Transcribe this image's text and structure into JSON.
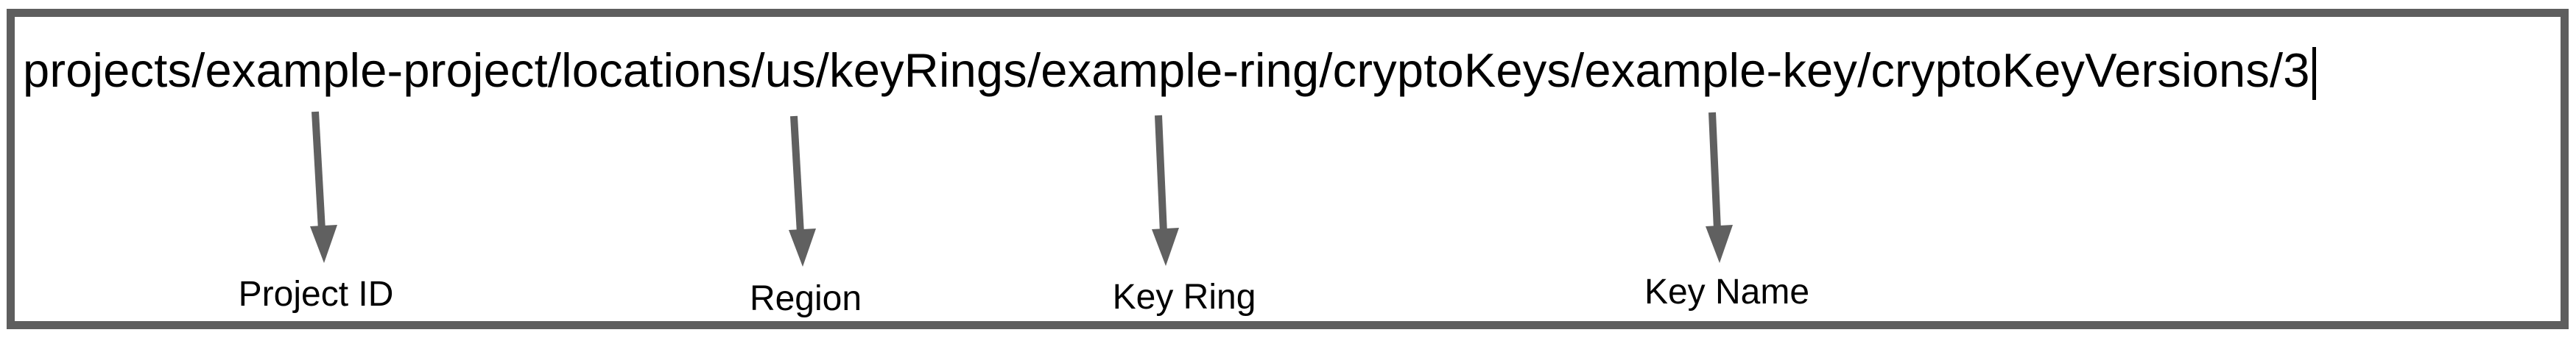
{
  "figure": {
    "resource_path": "projects/example-project/locations/us/keyRings/example-ring/cryptoKeys/example-key/cryptoKeyVersions/3",
    "caret_visible": true,
    "annotations": [
      {
        "label": "Project ID",
        "segment": "example-project"
      },
      {
        "label": "Region",
        "segment": "us"
      },
      {
        "label": "Key Ring",
        "segment": "example-ring"
      },
      {
        "label": "Key Name",
        "segment": "example-key"
      }
    ],
    "colors": {
      "frame_border": "#5e5e5e",
      "arrow": "#606060",
      "text": "#000000",
      "background": "#ffffff"
    }
  }
}
